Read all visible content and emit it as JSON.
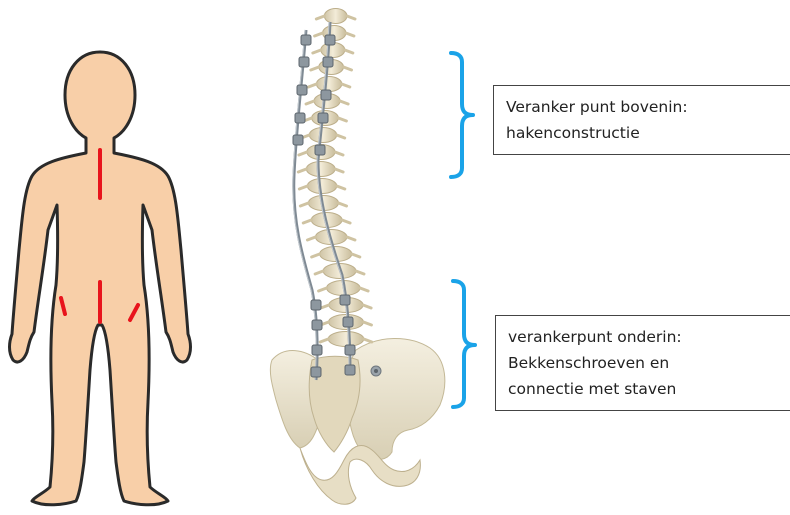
{
  "labels": {
    "top": {
      "line1": "Veranker punt bovenin:",
      "line2": "hakenconstructie"
    },
    "bottom": {
      "line1": "verankerpunt onderin:",
      "line2": "Bekkenschroeven en",
      "line3": "connectie met staven"
    }
  },
  "colors": {
    "skin": "#f8cfa8",
    "outline": "#2a2a2a",
    "incision": "#e8141c",
    "bracket": "#1aa3e8",
    "bone": "#ece4cc",
    "rod": "#7f8a94"
  }
}
